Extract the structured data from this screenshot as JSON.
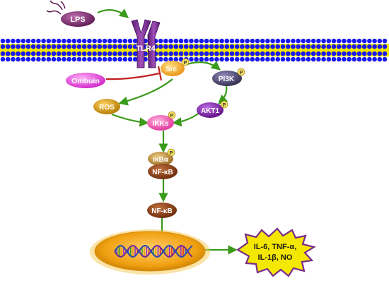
{
  "nodes": {
    "lps": "LPS",
    "tlr4": "TLR4",
    "src": "Src",
    "ombuin": "Ombuin",
    "pi3k": "PI3K",
    "ros": "ROS",
    "akt1": "AKT1",
    "ikks": "IKKs",
    "ikba": "IκBα",
    "nfkb_cyto": "NF-κB",
    "nfkb_nuc": "NF-κB",
    "output_line1": "IL-6, TNF-α,",
    "output_line2": "IL-1β, NO"
  },
  "phospho_label": "P",
  "colors": {
    "membrane_blue": "#1a1aee",
    "membrane_yellow": "#f5e800",
    "activation_arrow": "#3a9a1a",
    "inhibition_line": "#c02020",
    "tlr4": "#7a2e8e",
    "src": "#f0a020",
    "ombuin": "#e040d8",
    "pi3k": "#4a4870",
    "ros": "#c88a10",
    "akt1": "#7a20a0",
    "ikks": "#f050b0",
    "ikba": "#b88830",
    "nfkb": "#8a3a10",
    "nucleus": "#f0a010",
    "phospho": "#f8e060",
    "output_burst": "#f5e800"
  }
}
